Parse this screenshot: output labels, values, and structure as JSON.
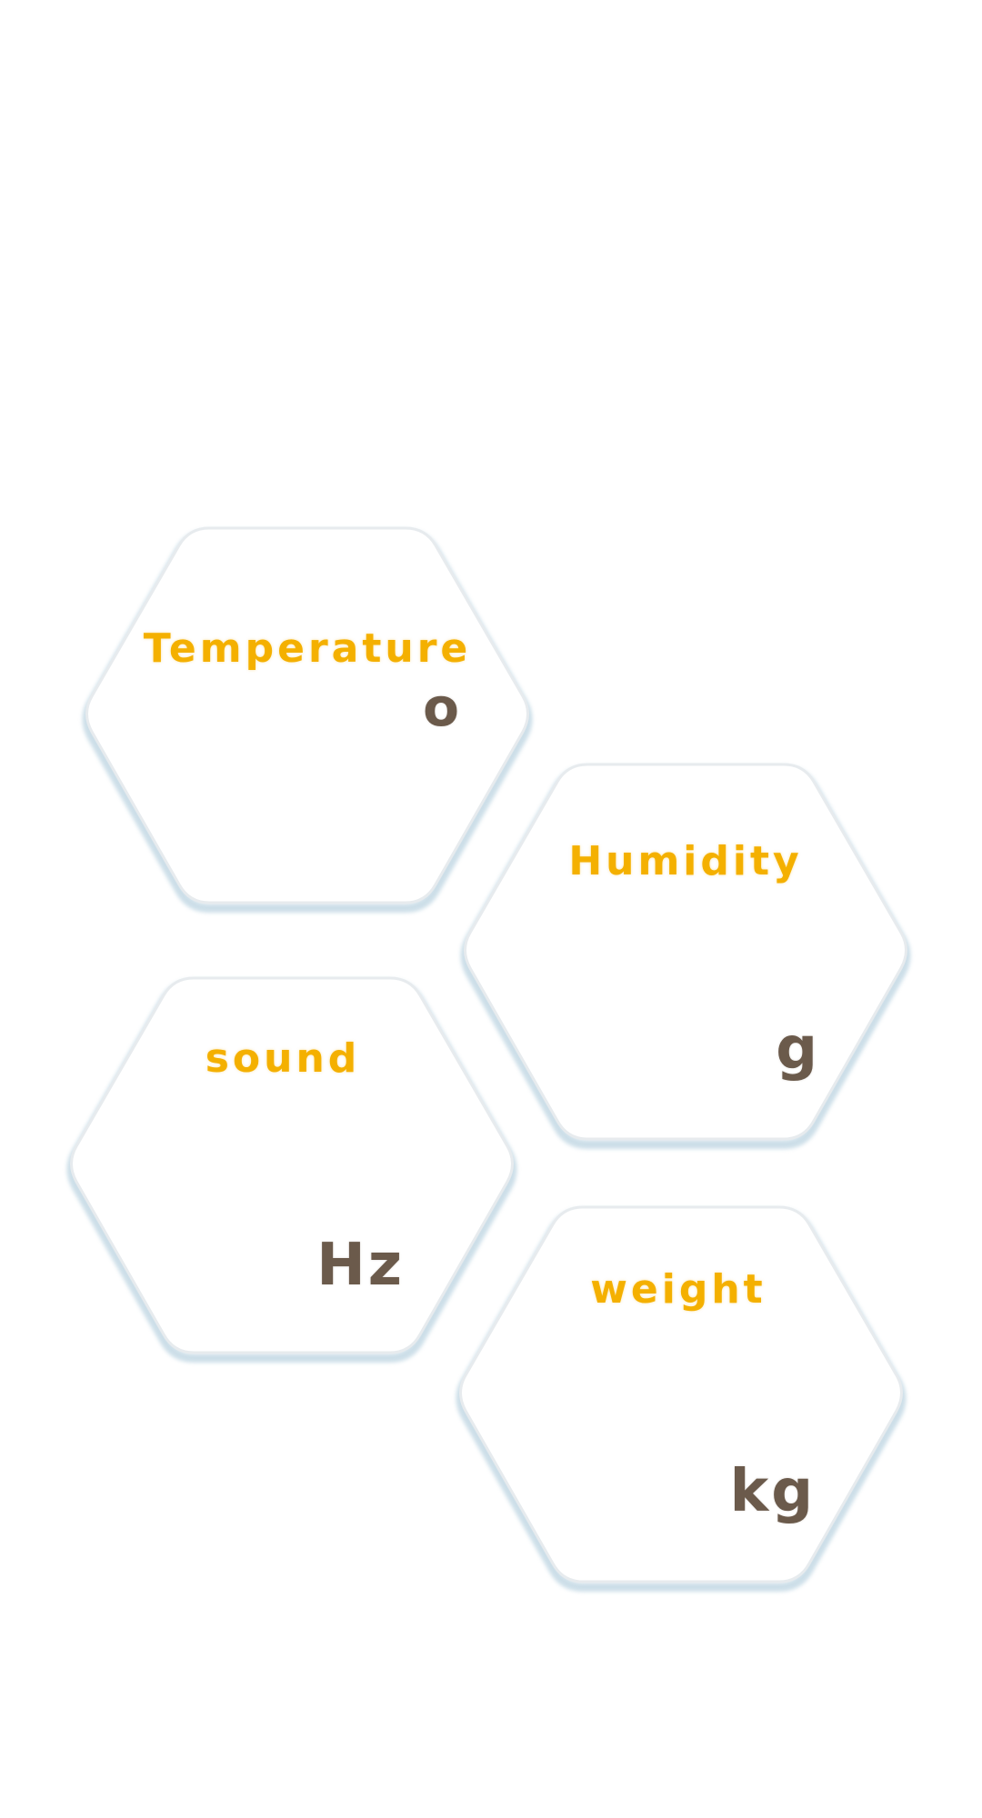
{
  "tiles": [
    {
      "label": "Temperature",
      "unit": "o"
    },
    {
      "label": "Humidity",
      "unit": "g"
    },
    {
      "label": "sound",
      "unit": "Hz"
    },
    {
      "label": "weight",
      "unit": "kg"
    }
  ],
  "colors": {
    "label": "#f4b000",
    "unit": "#6b5a4b",
    "tile_border": "#e7ebee",
    "tile_shadow": "#c7dbe6",
    "background": "#ffffff"
  }
}
